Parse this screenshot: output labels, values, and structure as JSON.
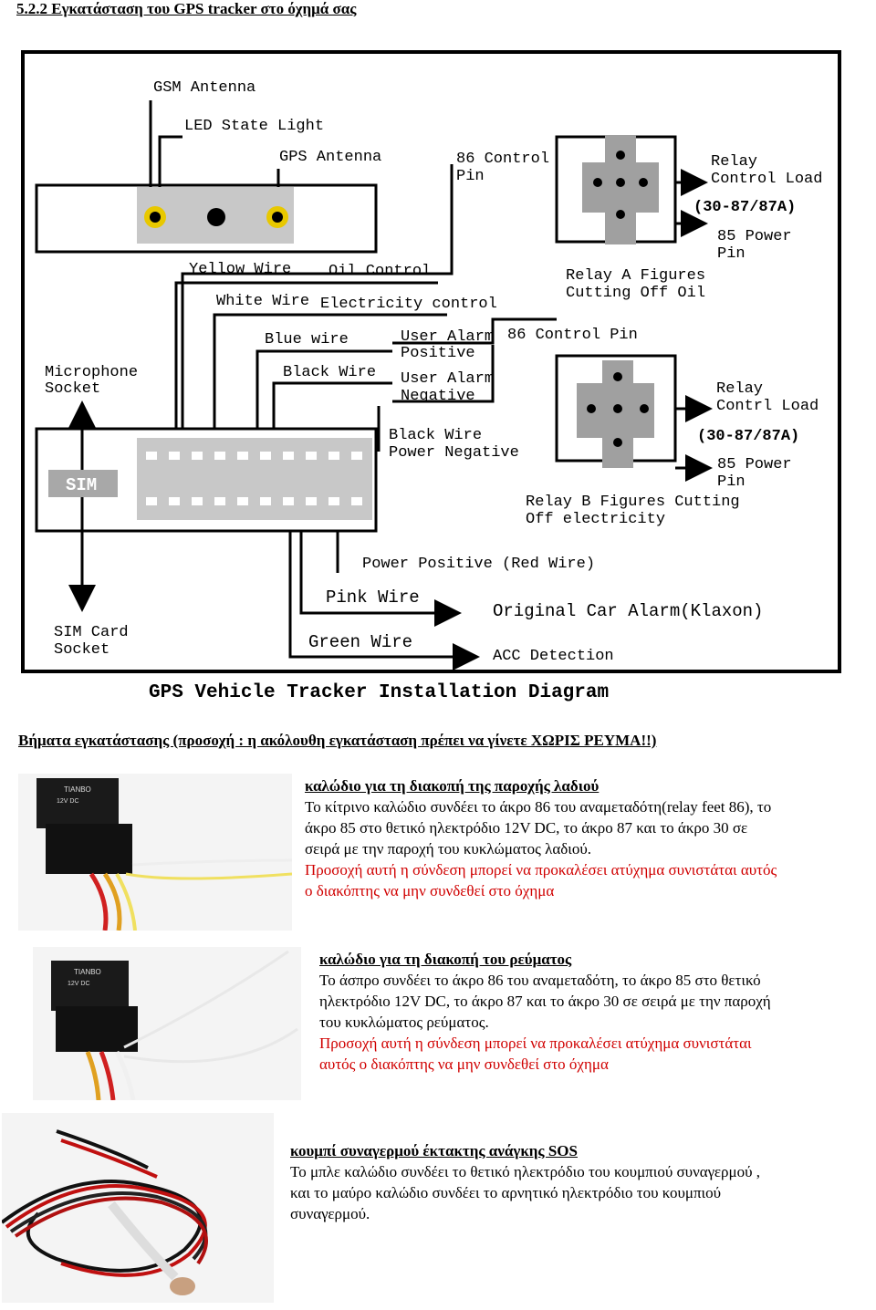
{
  "section_heading": "5.2.2 Εγκατάσταση του GPS tracker στο όχημά σας",
  "diagram": {
    "title": "GPS Vehicle Tracker Installation Diagram",
    "labels": {
      "gsm_antenna": "GSM Antenna",
      "led_state_light": "LED State Light",
      "gps_antenna": "GPS Antenna",
      "control_86_top": [
        "86 Control",
        "Pin"
      ],
      "relay_control_load_top": [
        "Relay",
        "Control Load"
      ],
      "relay_spec_top": "(30-87/87A)",
      "power_85_top": [
        "85 Power",
        "Pin"
      ],
      "relay_a": [
        "Relay A Figures",
        "Cutting Off Oil"
      ],
      "yellow_wire": "Yellow Wire",
      "oil_control": "Oil Control",
      "white_wire": "White Wire",
      "electricity_control": "Electricity control",
      "blue_wire": "Blue wire",
      "user_alarm_positive": [
        "User Alarm",
        "Positive"
      ],
      "control_86_mid": "86 Control Pin",
      "black_wire": "Black Wire",
      "user_alarm_negative": [
        "User Alarm",
        "Negative"
      ],
      "microphone_socket": [
        "Microphone",
        "Socket"
      ],
      "relay_control_load_bottom": [
        "Relay",
        "Contrl Load"
      ],
      "relay_spec_bottom": "(30-87/87A)",
      "black_wire_power_negative": [
        "Black Wire",
        "Power Negative"
      ],
      "power_85_bottom": [
        "85 Power",
        "Pin"
      ],
      "sim": "SIM",
      "relay_b": [
        "Relay B Figures Cutting",
        "Off electricity"
      ],
      "power_positive": "Power Positive (Red Wire)",
      "pink_wire": "Pink Wire",
      "original_car_alarm": "Original Car Alarm(Klaxon)",
      "sim_card_socket": [
        "SIM Card",
        "Socket"
      ],
      "green_wire": "Green Wire",
      "acc_detection": "ACC Detection"
    }
  },
  "steps_heading": "Βήματα εγκατάστασης (προσοχή : η ακόλουθη εγκατάσταση πρέπει να γίνετε ΧΩΡΙΣ ΡΕΥΜΑ!!)",
  "sections": [
    {
      "title": "καλώδιο για τη διακοπή της παροχής λαδιού",
      "lines": [
        "Το κίτρινο καλώδιο συνδέει το άκρο 86 του αναμεταδότη(relay feet 86), το",
        "άκρο 85 στο θετικό ηλεκτρόδιο 12V DC,  το άκρο 87 και το άκρο 30 σε",
        "σειρά με την παροχή του κυκλώματος λαδιού."
      ],
      "warning": [
        "Προσοχή αυτή η σύνδεση μπορεί να προκαλέσει ατύχημα  συνιστάται αυτός",
        "ο διακόπτης να μην συνδεθεί στο όχημα"
      ]
    },
    {
      "title": "καλώδιο για τη διακοπή του ρεύματος",
      "lines": [
        "Το άσπρο συνδέει το άκρο 86 του αναμεταδότη, το άκρο 85 στο θετικό",
        "ηλεκτρόδιο 12V DC, το άκρο 87 και το άκρο 30 σε σειρά με την παροχή",
        "του κυκλώματος ρεύματος."
      ],
      "warning": [
        "Προσοχή αυτή η σύνδεση μπορεί να προκαλέσει ατύχημα συνιστάται",
        "αυτός ο διακόπτης να μην συνδεθεί στο όχημα"
      ]
    },
    {
      "title": "κουμπί συναγερμού έκτακτης ανάγκης SOS",
      "lines": [
        "Το μπλε καλώδιο συνδέει το θετικό ηλεκτρόδιο του κουμπιού συναγερμού ,",
        "και το μαύρο καλώδιο συνδέει το αρνητικό ηλεκτρόδιο του κουμπιού",
        "συναγερμού."
      ],
      "warning": []
    }
  ],
  "relay_label": [
    "TIANBO",
    "12V DC"
  ]
}
